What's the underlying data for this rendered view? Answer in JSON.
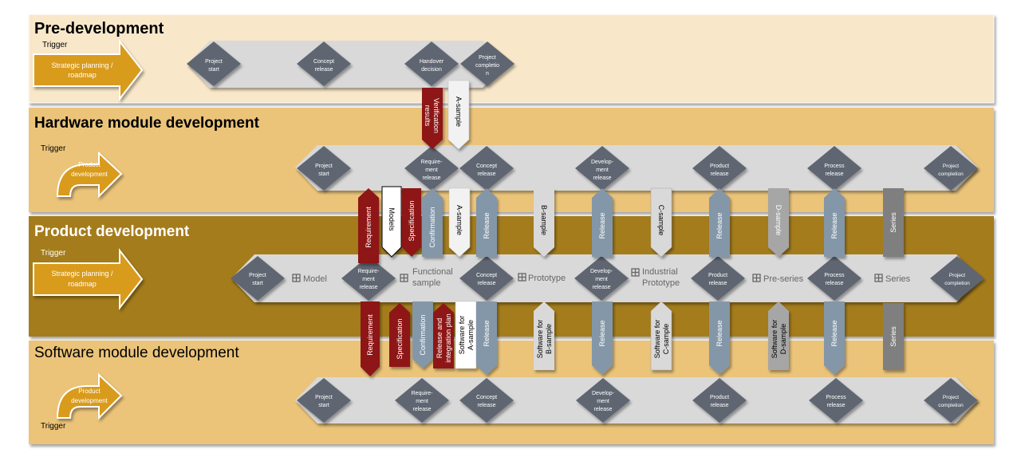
{
  "colors": {
    "pre_bg": "#F8E7C9",
    "hw_bg": "#EBC47A",
    "prod_bg": "#A47B1D",
    "sw_bg": "#EBC47A",
    "track": "#D9D9D9",
    "milestone": "#5F6672",
    "arrow_gold": "#D99B1A",
    "red": "#8E1518",
    "blue_gray": "#8497A8",
    "mid_gray": "#A6A6A6",
    "dark_gray": "#7F7F7F",
    "light_gray": "#D9D9D9",
    "white": "#FFFFFF"
  },
  "lanes": {
    "pre": {
      "title": "Pre-development",
      "trigger": "Trigger",
      "arrow_label": [
        "Strategic planning /",
        "roadmap"
      ]
    },
    "hw": {
      "title": "Hardware module development",
      "trigger": "Trigger",
      "arrow_label": [
        "Product",
        "development"
      ]
    },
    "prod": {
      "title": "Product development",
      "trigger": "Trigger",
      "arrow_label": [
        "Strategic planning /",
        "roadmap"
      ]
    },
    "sw": {
      "title": "Software module development",
      "trigger": "Trigger",
      "arrow_label": [
        "Product",
        "development"
      ]
    }
  },
  "milestones": {
    "pre": [
      {
        "label": [
          "Project",
          "start"
        ]
      },
      {
        "label": [
          "Concept",
          "release"
        ]
      },
      {
        "label": [
          "Handover",
          "decision"
        ]
      },
      {
        "label": [
          "Project",
          "completio",
          "n"
        ]
      }
    ],
    "hw": [
      {
        "label": [
          "Project",
          "start"
        ]
      },
      {
        "label": [
          "Require-",
          "ment",
          "release"
        ]
      },
      {
        "label": [
          "Concept",
          "release"
        ]
      },
      {
        "label": [
          "Develop-",
          "ment",
          "release"
        ]
      },
      {
        "label": [
          "Product",
          "release"
        ]
      },
      {
        "label": [
          "Process",
          "release"
        ]
      },
      {
        "label": [
          "Project",
          "completion"
        ]
      }
    ],
    "prod": [
      {
        "label": [
          "Project",
          "start"
        ]
      },
      {
        "label": [
          "Require-",
          "ment",
          "release"
        ]
      },
      {
        "label": [
          "Concept",
          "release"
        ]
      },
      {
        "label": [
          "Develop-",
          "ment",
          "release"
        ]
      },
      {
        "label": [
          "Product",
          "release"
        ]
      },
      {
        "label": [
          "Process",
          "release"
        ]
      },
      {
        "label": [
          "Project",
          "completion"
        ]
      }
    ],
    "sw": [
      {
        "label": [
          "Project",
          "start"
        ]
      },
      {
        "label": [
          "Require-",
          "ment",
          "release"
        ]
      },
      {
        "label": [
          "Concept",
          "release"
        ]
      },
      {
        "label": [
          "Develop-",
          "ment",
          "release"
        ]
      },
      {
        "label": [
          "Product",
          "release"
        ]
      },
      {
        "label": [
          "Process",
          "release"
        ]
      },
      {
        "label": [
          "Project",
          "completion"
        ]
      }
    ]
  },
  "phases": [
    {
      "label": [
        "Model"
      ]
    },
    {
      "label": [
        "Functional",
        "sample"
      ]
    },
    {
      "label": [
        "Prototype"
      ]
    },
    {
      "label": [
        "Industrial",
        "Prototype"
      ]
    },
    {
      "label": [
        "Pre-series"
      ]
    },
    {
      "label": [
        "Series"
      ]
    }
  ],
  "pre_hw_arrows": [
    {
      "label": [
        "Verification",
        "results"
      ]
    },
    {
      "label": [
        "A-sample"
      ]
    }
  ],
  "hw_prod_arrows": [
    {
      "label": [
        "Requirement"
      ]
    },
    {
      "label": [
        "Models"
      ]
    },
    {
      "label": [
        "Specification"
      ]
    },
    {
      "label": [
        "Confirmation"
      ]
    },
    {
      "label": [
        "A-sample"
      ]
    },
    {
      "label": [
        "Release"
      ]
    },
    {
      "label": [
        "B-sample"
      ]
    },
    {
      "label": [
        "Release"
      ]
    },
    {
      "label": [
        "C-sample"
      ]
    },
    {
      "label": [
        "Release"
      ]
    },
    {
      "label": [
        "D-sample"
      ]
    },
    {
      "label": [
        "Release"
      ]
    },
    {
      "label": [
        "Series"
      ]
    }
  ],
  "prod_sw_arrows": [
    {
      "label": [
        "Requirement"
      ]
    },
    {
      "label": [
        "Specification"
      ]
    },
    {
      "label": [
        "Confirmation"
      ]
    },
    {
      "label": [
        "Release and",
        "integration plan"
      ]
    },
    {
      "label": [
        "Software for",
        "A-sample"
      ]
    },
    {
      "label": [
        "Release"
      ]
    },
    {
      "label": [
        "Software for",
        "B-sample"
      ]
    },
    {
      "label": [
        "Release"
      ]
    },
    {
      "label": [
        "Software for",
        "C-sample"
      ]
    },
    {
      "label": [
        "Release"
      ]
    },
    {
      "label": [
        "Software for",
        "D-sample"
      ]
    },
    {
      "label": [
        "Release"
      ]
    },
    {
      "label": [
        "Series"
      ]
    }
  ]
}
